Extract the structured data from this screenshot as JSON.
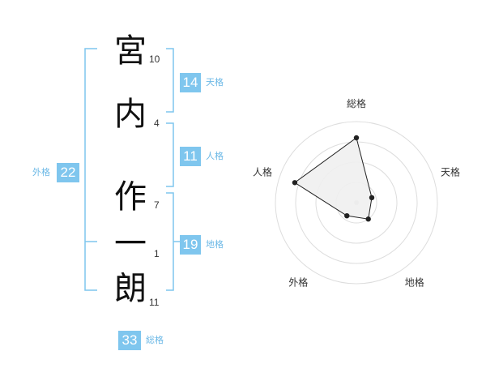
{
  "colors": {
    "accent": "#7fc6ee",
    "bracket": "#7fc6ee",
    "label": "#6bb8e6",
    "polygon": "#222222",
    "fill": "#f0f0f0",
    "ring": "#dddddd"
  },
  "name": {
    "characters": [
      {
        "char": "宮",
        "strokes": "10"
      },
      {
        "char": "内",
        "strokes": "4"
      },
      {
        "char": "作",
        "strokes": "7"
      },
      {
        "char": "一",
        "strokes": "1"
      },
      {
        "char": "朗",
        "strokes": "11"
      }
    ]
  },
  "fortunes": {
    "tenkaku": {
      "value": "14",
      "label": "天格"
    },
    "jinkaku": {
      "value": "11",
      "label": "人格"
    },
    "chikaku": {
      "value": "19",
      "label": "地格"
    },
    "gaikaku": {
      "value": "22",
      "label": "外格"
    },
    "soukaku": {
      "value": "33",
      "label": "総格"
    }
  },
  "chart_data": {
    "type": "radar",
    "axes": [
      "総格",
      "天格",
      "地格",
      "外格",
      "人格"
    ],
    "values": [
      0.8,
      0.2,
      0.25,
      0.2,
      0.8
    ],
    "rings": 4,
    "range": [
      0,
      1
    ]
  }
}
